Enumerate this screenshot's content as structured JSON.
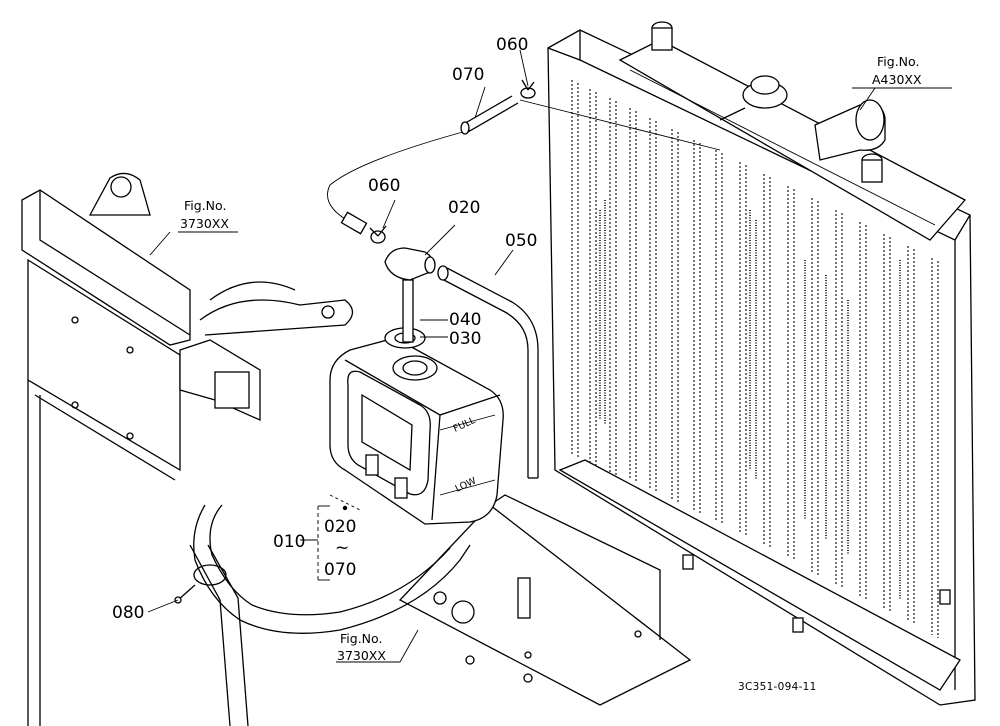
{
  "parts": {
    "p010": "010",
    "p020_top": "020",
    "p020_range_start": "020",
    "range_tilde": "~",
    "p070_range_end": "070",
    "p030": "030",
    "p040": "040",
    "p050": "050",
    "p060_top": "060",
    "p060_mid": "060",
    "p070_top": "070",
    "p080": "080"
  },
  "figure_refs": {
    "a430": {
      "line1": "Fig.No.",
      "line2": "A430XX"
    },
    "left_3730": {
      "line1": "Fig.No.",
      "line2": "3730XX"
    },
    "bottom_3730": {
      "line1": "Fig.No.",
      "line2": "3730XX"
    }
  },
  "tank_marks": {
    "full": "FULL",
    "low": "LOW"
  },
  "drawing_number": "3C351-094-11"
}
